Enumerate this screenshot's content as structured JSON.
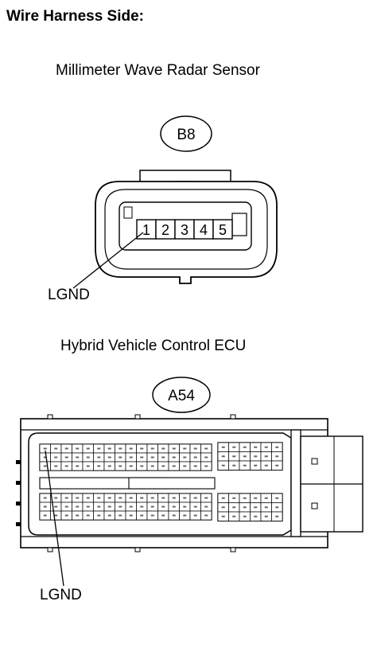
{
  "heading": "Wire Harness Side:",
  "sensor": {
    "title": "Millimeter Wave Radar Sensor",
    "connector_code": "B8",
    "pins": [
      "1",
      "2",
      "3",
      "4",
      "5"
    ],
    "pin_label": "LGND"
  },
  "ecu": {
    "title": "Hybrid Vehicle Control ECU",
    "connector_code": "A54",
    "pin_label": "LGND",
    "upper_block_row_count": 3,
    "lower_block_row_count": 3,
    "left_block_columns": 16,
    "right_block_columns": 6
  }
}
